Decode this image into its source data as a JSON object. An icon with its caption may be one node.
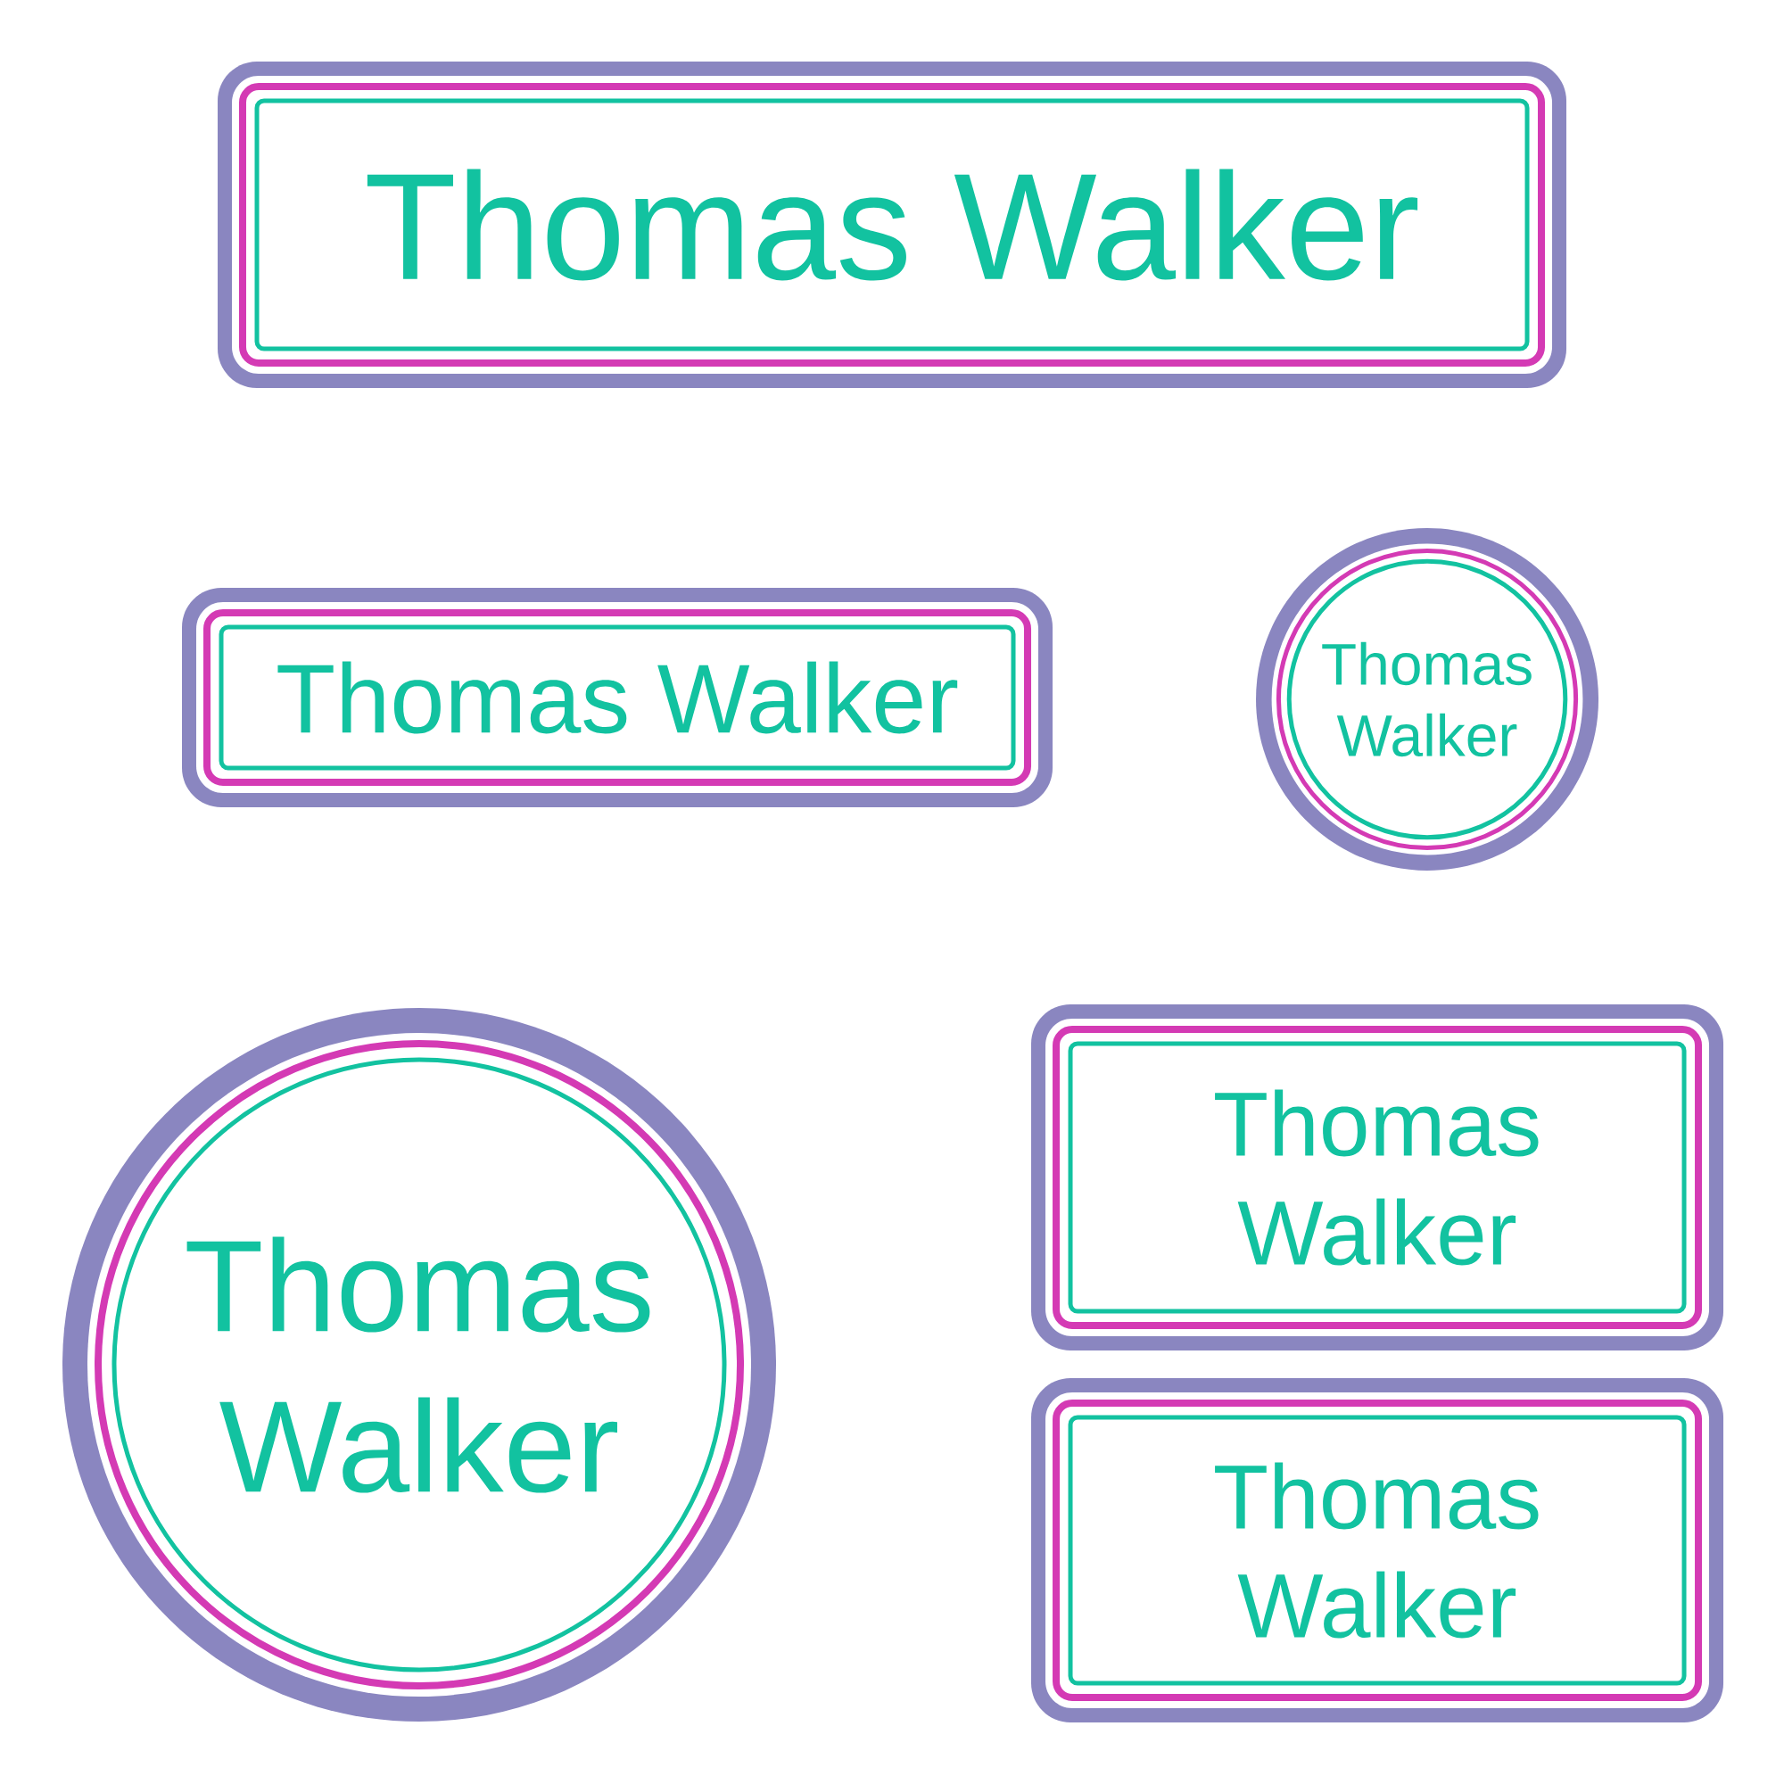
{
  "diagram": {
    "nodes": [
      {
        "text": [
          "Thomas Walker"
        ]
      },
      {
        "text": [
          "Thomas Walker"
        ]
      },
      {
        "text": [
          "Thomas Walker"
        ]
      },
      {
        "text": [
          "Thomas Walker"
        ]
      },
      {
        "text": [
          "Thomas Walker"
        ]
      },
      {
        "text": [
          "Thomas Walker"
        ]
      }
    ]
  }
}
